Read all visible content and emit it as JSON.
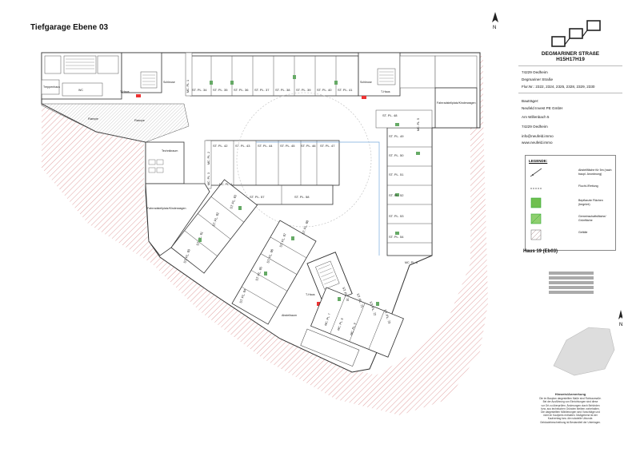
{
  "title": "Tiefgarage Ebene 03",
  "compass_label": "N",
  "panel": {
    "project_line1": "DEGMARINER STRAßE",
    "project_line2": "H15H17H19",
    "address_line1": "74229 Oedheim",
    "address_line2": "Degmariner Straße",
    "flurnr": "Flur.Nr.: 2322, 2324, 2325, 2328, 2329, 2330",
    "bautraeger_label": "Bauträger:",
    "bautraeger_name": "Neufeld Invest PE GmbH",
    "bautraeger_street": "Am Willenbach 5",
    "bautraeger_city": "74229 Oedheim",
    "email": "info@neufeld.immo",
    "web": "www.neufeld.immo",
    "legend_title": "LEGENDE:",
    "legend_items": [
      {
        "icon": "line-icon",
        "text": "Abstellfläche für 5m (nach baupl. Anordnung)"
      },
      {
        "icon": "dash-icon",
        "text": "Flucht-/Rettung"
      },
      {
        "icon": "green-box-icon",
        "color": "#6fbf4f",
        "text": "Bepflanzte Flächen (begrünt)"
      },
      {
        "icon": "green-hatch-icon",
        "color": "#8fcf6f",
        "text": "Gemeinschaftsfläche/ Grünfläche"
      },
      {
        "icon": "hatch-icon",
        "color": "#c8b89a",
        "text": "Gefälle"
      }
    ],
    "haus": "Haus 19 (Eb03)",
    "compass_label": "N",
    "hinweis_title": "Hinweis/Anmerkung",
    "hinweis_lines": [
      "Die im Bauplan dargestellten Maße sind Rohbaumaße.",
      "Bei der Ausführung von Einrichtungen sind diese",
      "vor Ort zu überprüfen. Änderungen durch Behörden",
      "bzw. aus technischen Gründen bleiben vorbehalten.",
      "Die dargestellten Möblierungen sind Vorschläge und",
      "nicht im Kaufpreis enthalten. Maßgebend ist der",
      "Kaufvertrag bzw. die notarielle Urkunde.",
      "Gebäudebeschreibung ist Bestandteil der Unterlagen."
    ]
  },
  "plan_labels": {
    "treppenhaus_left": "Treppenhaus",
    "wc": "WC",
    "schleuse_left": "Schleuse",
    "th_haus_left": "T-Haus",
    "rampe": "Rampe",
    "aufzug": "Aufzug",
    "fahrr_right": "Fahrradstellplatz/Kinderwagen",
    "fahrr_left": "Fahrradstellplatz/Kinderwagen",
    "technik": "Technikraum",
    "schleuse_right": "Schleuse",
    "th_haus_right": "T-Haus",
    "th_haus_mid": "T-Haus",
    "abstell": "Abstellraum",
    "top_row": [
      "ST. PL. 34",
      "ST. PL. 35",
      "ST. PL. 36",
      "ST. PL. 37",
      "ST. PL. 38",
      "ST. PL. 39",
      "ST. PL. 40",
      "ST. PL. 41"
    ],
    "mid_row": [
      "ST. PL. 42",
      "ST. PL. 43",
      "ST. PL. 44",
      "ST. PL. 45",
      "ST. PL. 46",
      "ST. PL. 47"
    ],
    "right_col": [
      "ST. PL. 48",
      "ST. PL. 49",
      "ST. PL. 50",
      "ST. PL. 51",
      "ST. PL. 52",
      "ST. PL. 53",
      "ST. PL. 54"
    ],
    "mid_low": [
      "ST. PL. 57",
      "ST. PL. 58"
    ],
    "diag_left": [
      "ST. PL. 60",
      "ST. PL. 61",
      "ST. PL. 62",
      "ST. PL. 63"
    ],
    "diag_center": [
      "ST. PL. 64",
      "ST. PL. 65",
      "ST. PL. 66",
      "ST. PL. 67",
      "ST. PL. 68"
    ],
    "diag_bottom": [
      "ST. PL. 70",
      "ST. PL. 71",
      "ST. PL. 72",
      "ST. PL. 73"
    ],
    "mc": [
      "MC. PL. 1",
      "MC. PL. 2",
      "MC. PL. 3",
      "MC. PL. 4",
      "MC. PL. 5",
      "MC. PL. 6",
      "MC. PL. 7",
      "MC. PL. 8",
      "MC. PL. 9"
    ]
  }
}
